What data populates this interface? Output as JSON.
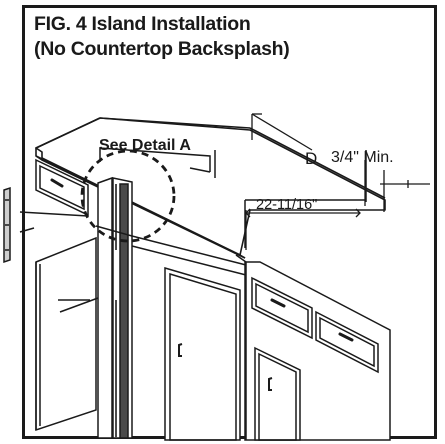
{
  "figure": {
    "title_line1": "FIG. 4 Island Installation",
    "title_line2": "(No Countertop Backsplash)",
    "callout_detail": "See Detail A",
    "dimension_d": "D",
    "dimension_min": "3/4\" Min.",
    "dimension_depth": "22-11/16\""
  }
}
